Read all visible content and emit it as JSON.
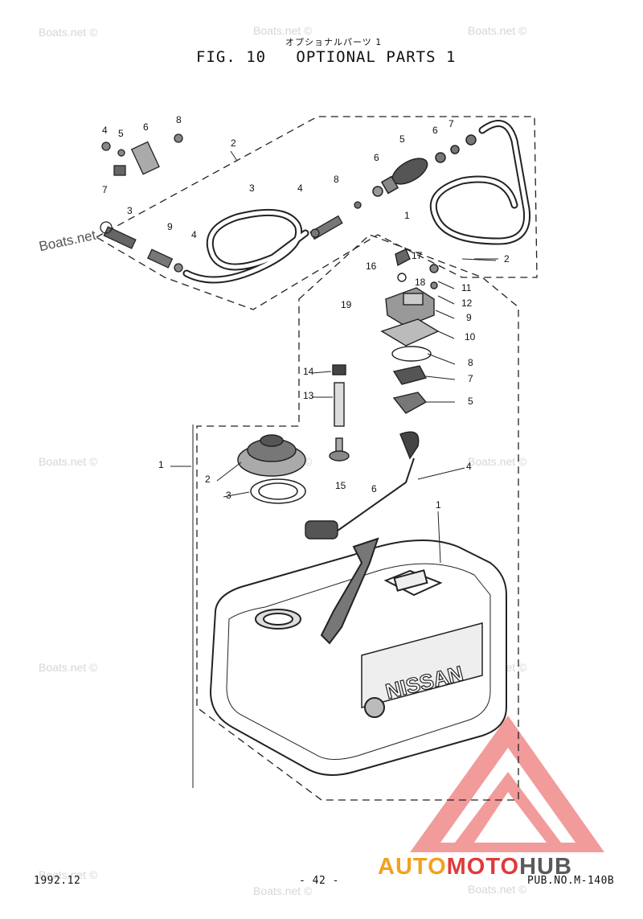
{
  "header": {
    "jp_title": "オプショナルパーツ 1",
    "fig_title": "FIG. 10   OPTIONAL PARTS 1"
  },
  "footer": {
    "date": "1992.12",
    "page": "- 42 -",
    "pub_no": "PUB.NO.M-140B"
  },
  "watermark": {
    "text": "Boats.net ©",
    "side_text": "Boats.net"
  },
  "logo": {
    "part1": "AUTO",
    "part2": "MOTO",
    "part3": "HUB",
    "colors": {
      "auto": "#f2a11e",
      "moto": "#e03a3a",
      "hub": "#5a5a5a",
      "triangle": "#f08a8a"
    }
  },
  "tank_label": "NISSAN",
  "callouts": {
    "line_group": [
      "4",
      "5",
      "6",
      "8",
      "7",
      "2",
      "3",
      "4",
      "8",
      "6",
      "5",
      "6",
      "7",
      "3",
      "9",
      "4",
      "1",
      "2",
      "16",
      "17",
      "18",
      "11",
      "12",
      "19",
      "9",
      "10"
    ],
    "tank_group": [
      "14",
      "8",
      "7",
      "13",
      "5",
      "1",
      "2",
      "3",
      "15",
      "6",
      "4",
      "1"
    ]
  }
}
